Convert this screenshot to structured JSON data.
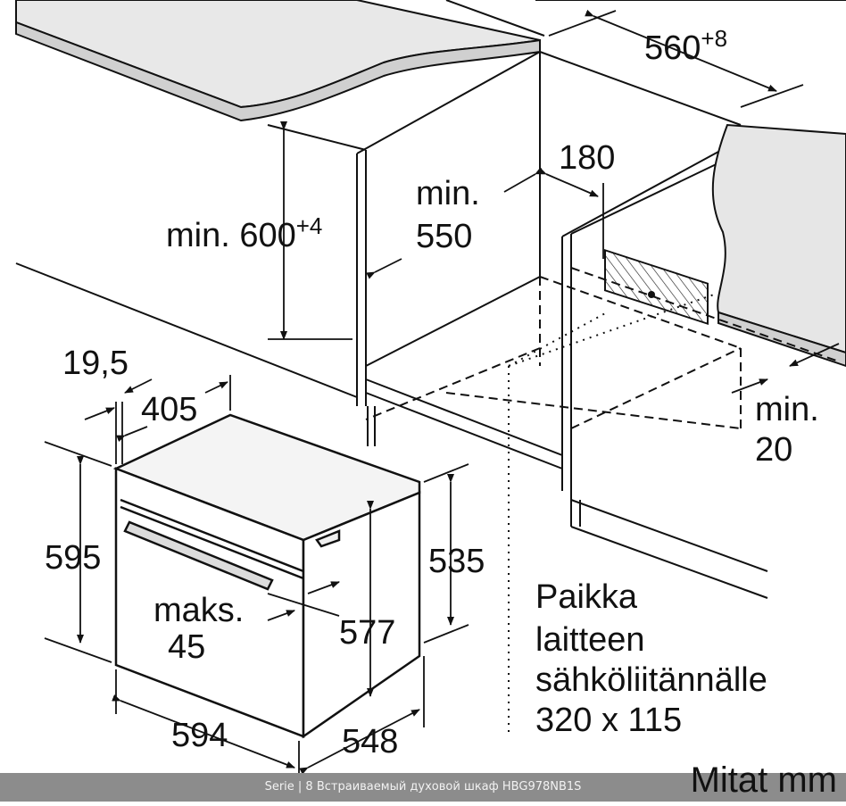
{
  "dimensions": {
    "niche_width": "560",
    "niche_width_tol": "+8",
    "niche_height_min_prefix": "min. 600",
    "niche_height_tol": "+4",
    "depth_min_line1": "min.",
    "depth_min_line2": "550",
    "back_gap": "180",
    "side_min_line1": "min.",
    "side_min_line2": "20",
    "front_offset": "19,5",
    "top_depth": "405",
    "oven_height": "595",
    "inner_height": "535",
    "door_height": "577",
    "handle_max_line1": "maks.",
    "handle_max_line2": "45",
    "oven_width": "594",
    "oven_depth": "548"
  },
  "connection_note": {
    "line1": "Paikka",
    "line2": "laitteen",
    "line3": "sähköliitännälle",
    "line4": "320 x 115"
  },
  "units_label": "Mitat mm",
  "footer_caption": "Serie | 8 Встраиваемый духовой шкаф HBG978NB1S"
}
